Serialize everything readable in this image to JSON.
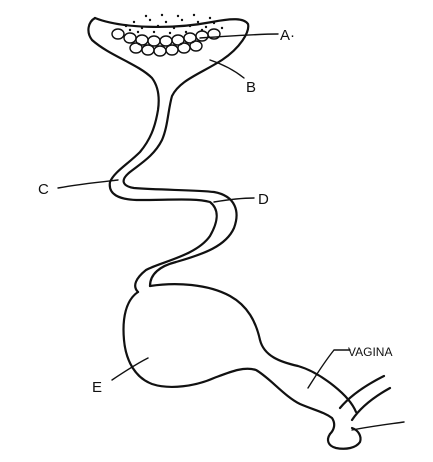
{
  "diagram": {
    "labels": {
      "a": "A·",
      "b": "B",
      "c": "C",
      "d": "D",
      "e": "E",
      "vagina": "VAGINA"
    },
    "colors": {
      "ink": "#111111",
      "background": "#ffffff"
    }
  }
}
